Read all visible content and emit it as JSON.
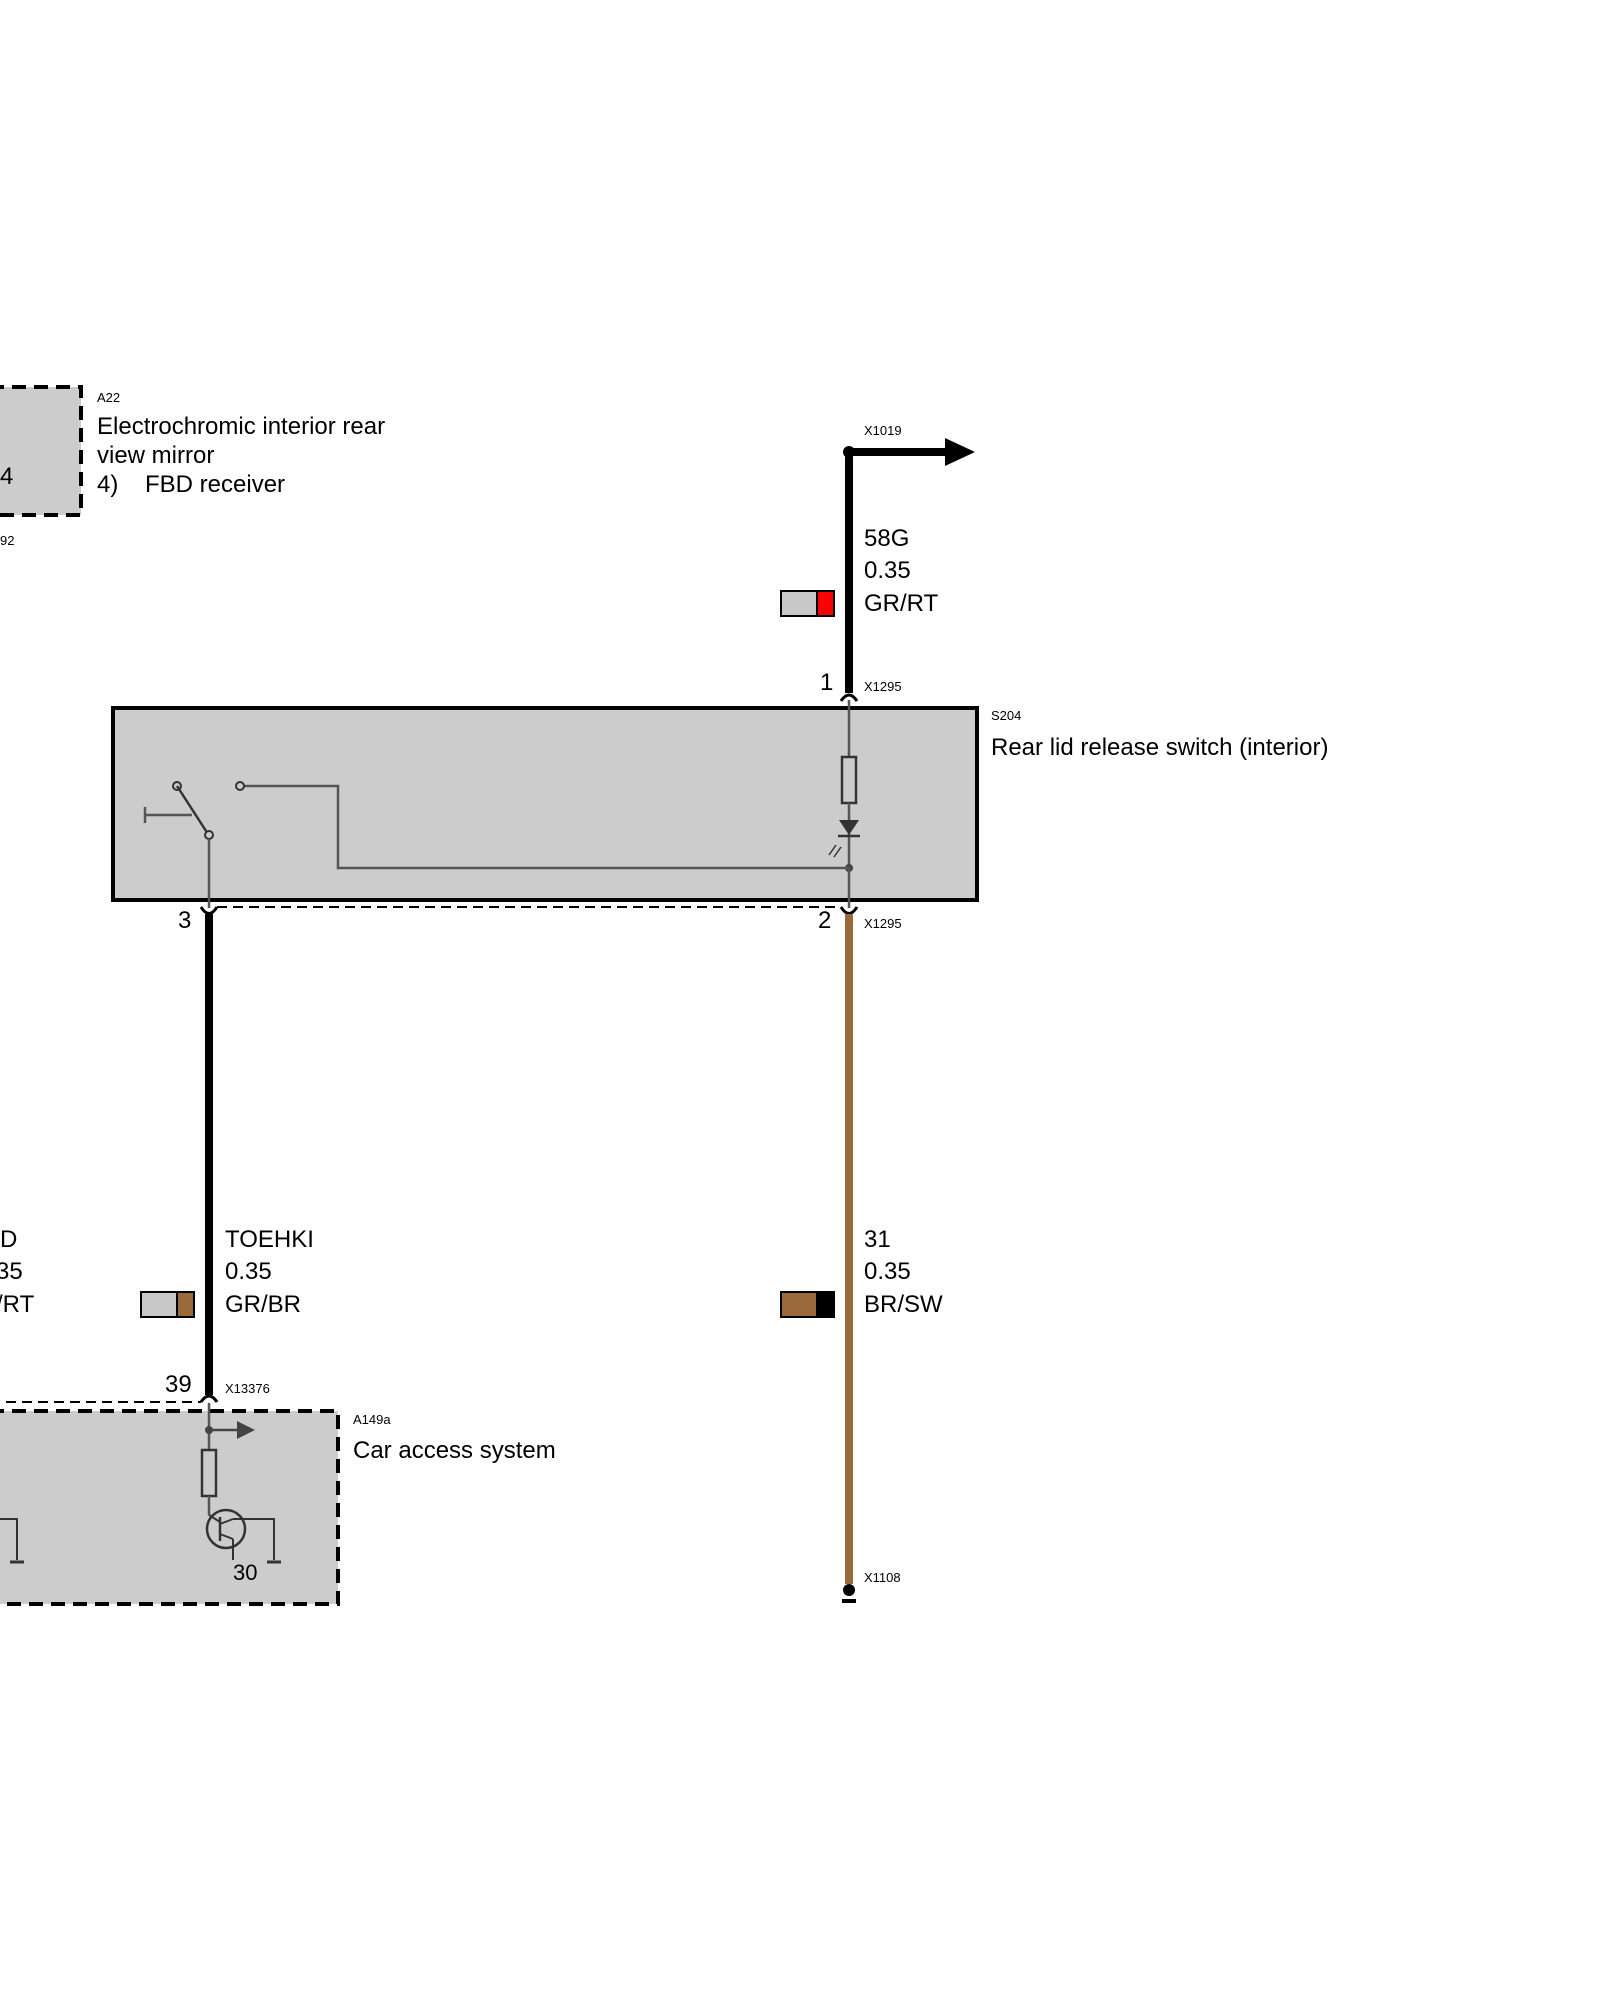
{
  "components": {
    "a22": {
      "code": "A22",
      "name_line1": "Electrochromic interior rear",
      "name_line2": "view mirror",
      "note_num": "4)",
      "note_text": "FBD receiver",
      "pin": "4",
      "connector": "92"
    },
    "s204": {
      "code": "S204",
      "name": "Rear lid release switch (interior)"
    },
    "a149a": {
      "code": "A149a",
      "name": "Car access system",
      "internal_pin": "30"
    }
  },
  "connectors": {
    "x1019": "X1019",
    "x1295_top": "X1295",
    "x1295_bottom": "X1295",
    "x13376": "X13376",
    "x1108": "X1108"
  },
  "pins": {
    "s204_pin1": "1",
    "s204_pin2": "2",
    "s204_pin3": "3",
    "a149a_pin39": "39"
  },
  "wires": {
    "w58g": {
      "signal": "58G",
      "gauge": "0.35",
      "color_code": "GR/RT",
      "swatch": [
        "#c8c8c8",
        "#ff0000"
      ],
      "stroke": "#000000"
    },
    "toehki": {
      "signal": "TOEHKI",
      "gauge": "0.35",
      "color_code": "GR/BR",
      "swatch": [
        "#c8c8c8",
        "#9a6a3a"
      ],
      "stroke": "#000000"
    },
    "w31": {
      "signal": "31",
      "gauge": "0.35",
      "color_code": "BR/SW",
      "swatch": [
        "#9a6a3a",
        "#000000"
      ],
      "stroke": "#9a6a3a"
    },
    "left_partial": {
      "signal": "D",
      "gauge": "35",
      "color_code": "/RT"
    }
  },
  "colors": {
    "component_fill": "#cccccc",
    "outline": "#000000",
    "brown": "#9a6a3a",
    "red": "#ff0000",
    "grey": "#c8c8c8"
  }
}
